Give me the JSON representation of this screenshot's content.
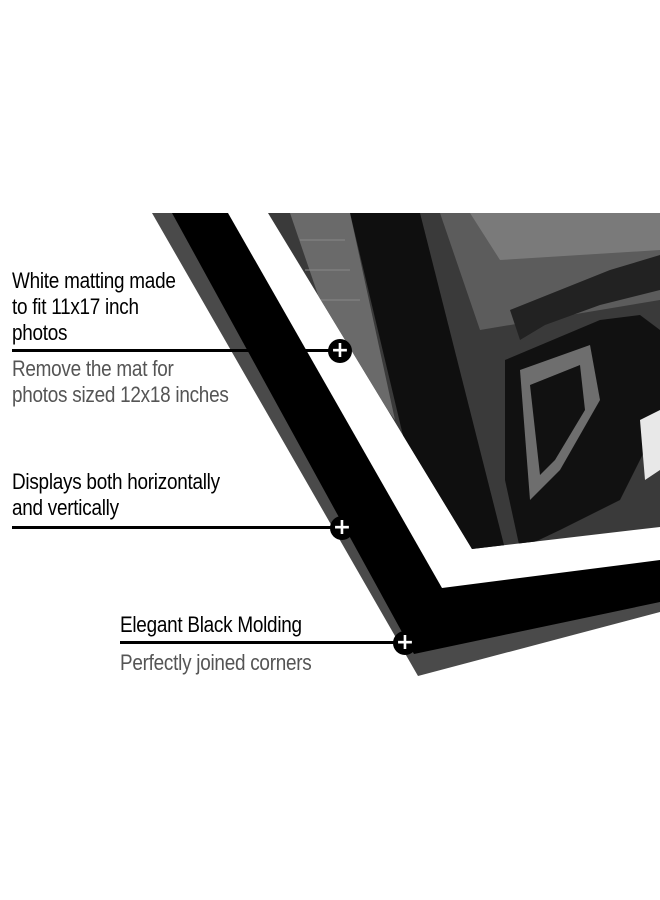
{
  "callouts": [
    {
      "lines": [
        "White matting made",
        "to fit 11x17 inch",
        "photos"
      ],
      "sub": [
        "Remove the mat for",
        "photos sized 12x18 inches"
      ],
      "icon": "plus-icon"
    },
    {
      "lines": [
        "Displays both horizontally",
        "and vertically"
      ],
      "sub": [],
      "icon": "plus-icon"
    },
    {
      "lines": [
        "Elegant Black Molding"
      ],
      "sub": [
        "Perfectly joined corners"
      ],
      "icon": "plus-icon"
    }
  ],
  "colors": {
    "frame": "#000000",
    "frame_edge": "#4a4a4a",
    "mat": "#ffffff",
    "photo": "#2e2e2e"
  }
}
